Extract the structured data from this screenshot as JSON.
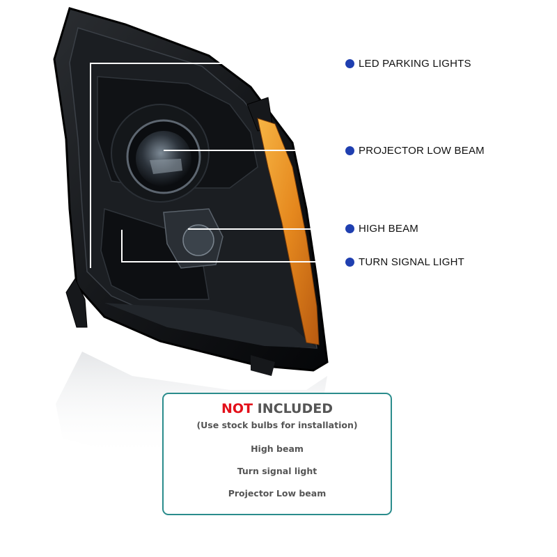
{
  "callouts": [
    {
      "label": "LED PARKING LIGHTS"
    },
    {
      "label": "PROJECTOR LOW BEAM"
    },
    {
      "label": "HIGH BEAM"
    },
    {
      "label": "TURN SIGNAL LIGHT"
    }
  ],
  "info_box": {
    "title_highlight": "NOT",
    "title_rest": "INCLUDED",
    "subtitle": "(Use stock bulbs for installation)",
    "items": [
      "High beam",
      "Turn signal light",
      "Projector Low beam"
    ]
  },
  "colors": {
    "callout_dot": "#1f3fb0",
    "box_border": "#2a8c8c",
    "title_highlight": "#e3101a",
    "text_gray": "#555555",
    "amber": "#e08a1c"
  }
}
